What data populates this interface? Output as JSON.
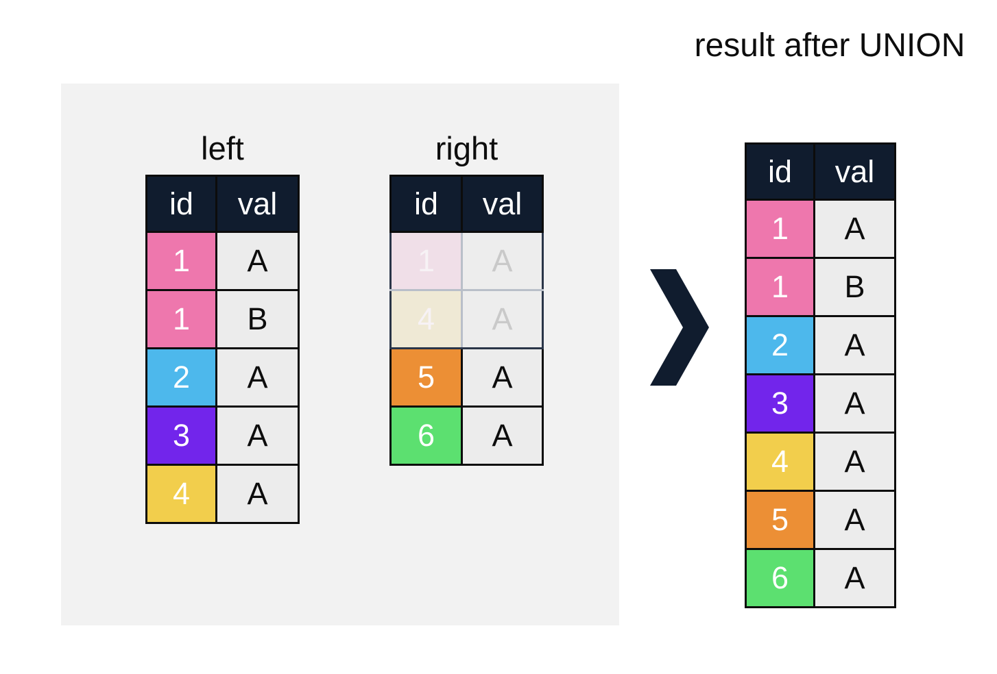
{
  "diagram": {
    "title": "result after UNION",
    "arrow_icon": "chevron-right-icon",
    "accent_colors": {
      "header": "#101c2e",
      "pink": "#ee77ad",
      "blue": "#4db8ec",
      "purple": "#7225eb",
      "yellow": "#f2ce4c",
      "orange": "#ec8f35",
      "green": "#5ce070",
      "value_cell": "#ececec",
      "panel": "#f2f2f2",
      "faded_pink": "#f0dfe8",
      "faded_yellow": "#efe9d5"
    }
  },
  "tables": {
    "left": {
      "caption": "left",
      "columns": [
        "id",
        "val"
      ],
      "rows": [
        {
          "id": "1",
          "val": "A",
          "color": "pink",
          "faded": false
        },
        {
          "id": "1",
          "val": "B",
          "color": "pink",
          "faded": false
        },
        {
          "id": "2",
          "val": "A",
          "color": "blue",
          "faded": false
        },
        {
          "id": "3",
          "val": "A",
          "color": "purple",
          "faded": false
        },
        {
          "id": "4",
          "val": "A",
          "color": "yellow",
          "faded": false
        }
      ]
    },
    "right": {
      "caption": "right",
      "columns": [
        "id",
        "val"
      ],
      "rows": [
        {
          "id": "1",
          "val": "A",
          "color": "pink",
          "faded": true
        },
        {
          "id": "4",
          "val": "A",
          "color": "yellow",
          "faded": true
        },
        {
          "id": "5",
          "val": "A",
          "color": "orange",
          "faded": false
        },
        {
          "id": "6",
          "val": "A",
          "color": "green",
          "faded": false
        }
      ]
    },
    "result": {
      "caption": "result after UNION",
      "columns": [
        "id",
        "val"
      ],
      "rows": [
        {
          "id": "1",
          "val": "A",
          "color": "pink",
          "faded": false
        },
        {
          "id": "1",
          "val": "B",
          "color": "pink",
          "faded": false
        },
        {
          "id": "2",
          "val": "A",
          "color": "blue",
          "faded": false
        },
        {
          "id": "3",
          "val": "A",
          "color": "purple",
          "faded": false
        },
        {
          "id": "4",
          "val": "A",
          "color": "yellow",
          "faded": false
        },
        {
          "id": "5",
          "val": "A",
          "color": "orange",
          "faded": false
        },
        {
          "id": "6",
          "val": "A",
          "color": "green",
          "faded": false
        }
      ]
    }
  }
}
